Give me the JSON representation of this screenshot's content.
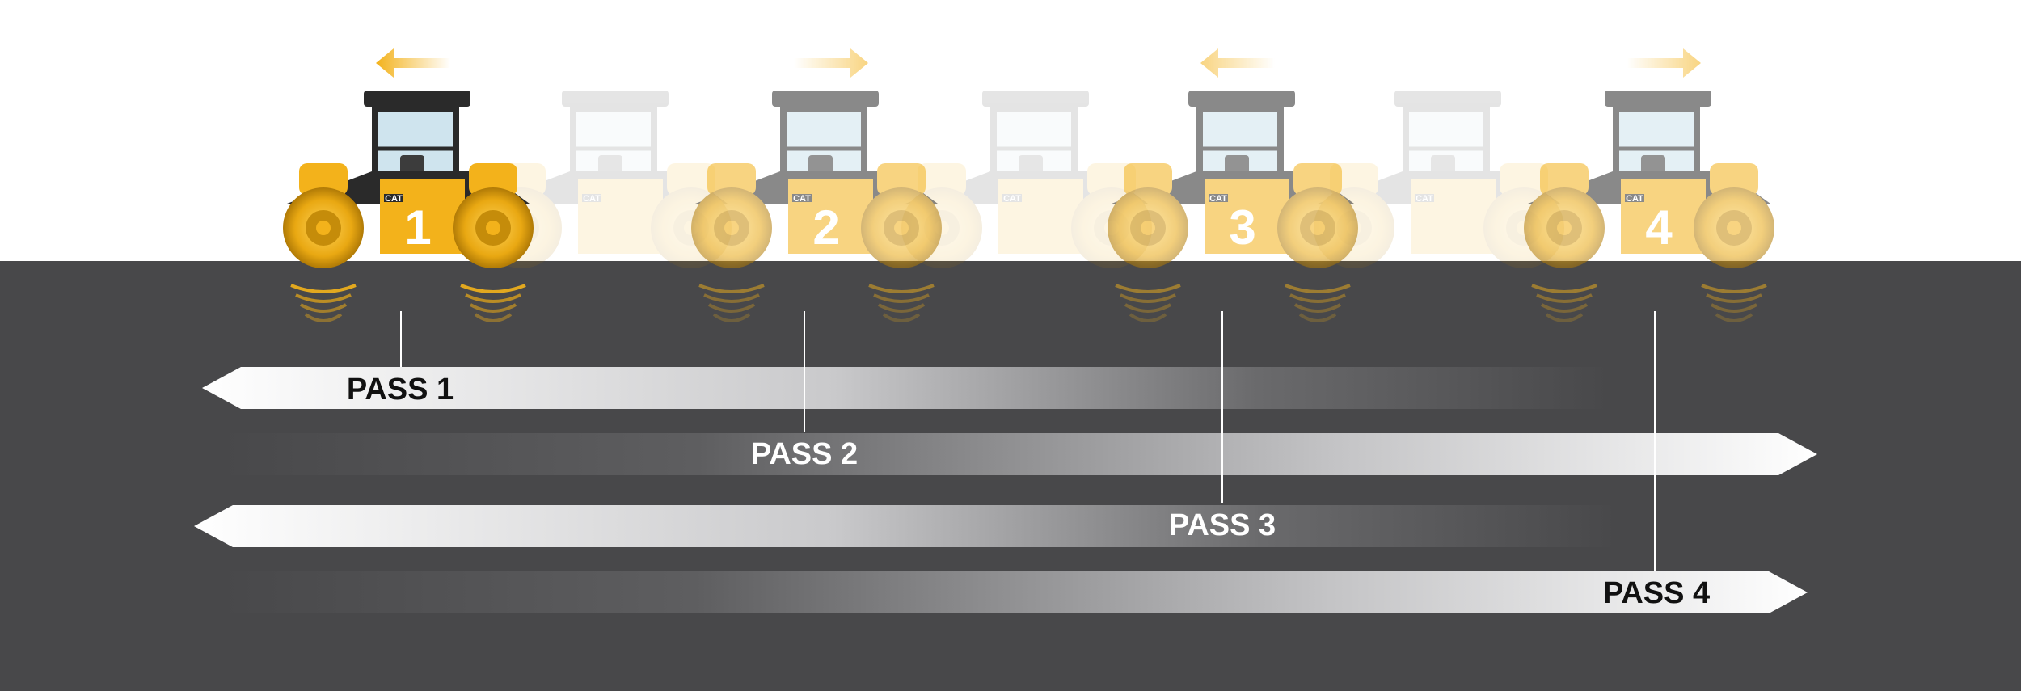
{
  "colors": {
    "ground": "#48484a",
    "sky": "#ffffff",
    "accent": "#f3b21b",
    "arrow_light": "#ffffff",
    "label_dark": "#111111",
    "label_light": "#ffffff",
    "cab_glass": "#cfe4ee",
    "body_dark": "#2a2a2a"
  },
  "passes": [
    {
      "roller_number": "1",
      "label": "PASS 1",
      "direction": "left",
      "label_color": "dark",
      "opacity": 1.0
    },
    {
      "roller_number": "2",
      "label": "PASS 2",
      "direction": "right",
      "label_color": "light",
      "opacity": 0.55
    },
    {
      "roller_number": "3",
      "label": "PASS 3",
      "direction": "left",
      "label_color": "light",
      "opacity": 0.55
    },
    {
      "roller_number": "4",
      "label": "PASS 4",
      "direction": "right",
      "label_color": "dark",
      "opacity": 0.55
    }
  ],
  "icons": {
    "roller": "vibratory-roller-icon",
    "direction_arrow": "direction-arrow-icon",
    "vibration": "vibration-waves-icon"
  },
  "brand_mark": "CAT"
}
